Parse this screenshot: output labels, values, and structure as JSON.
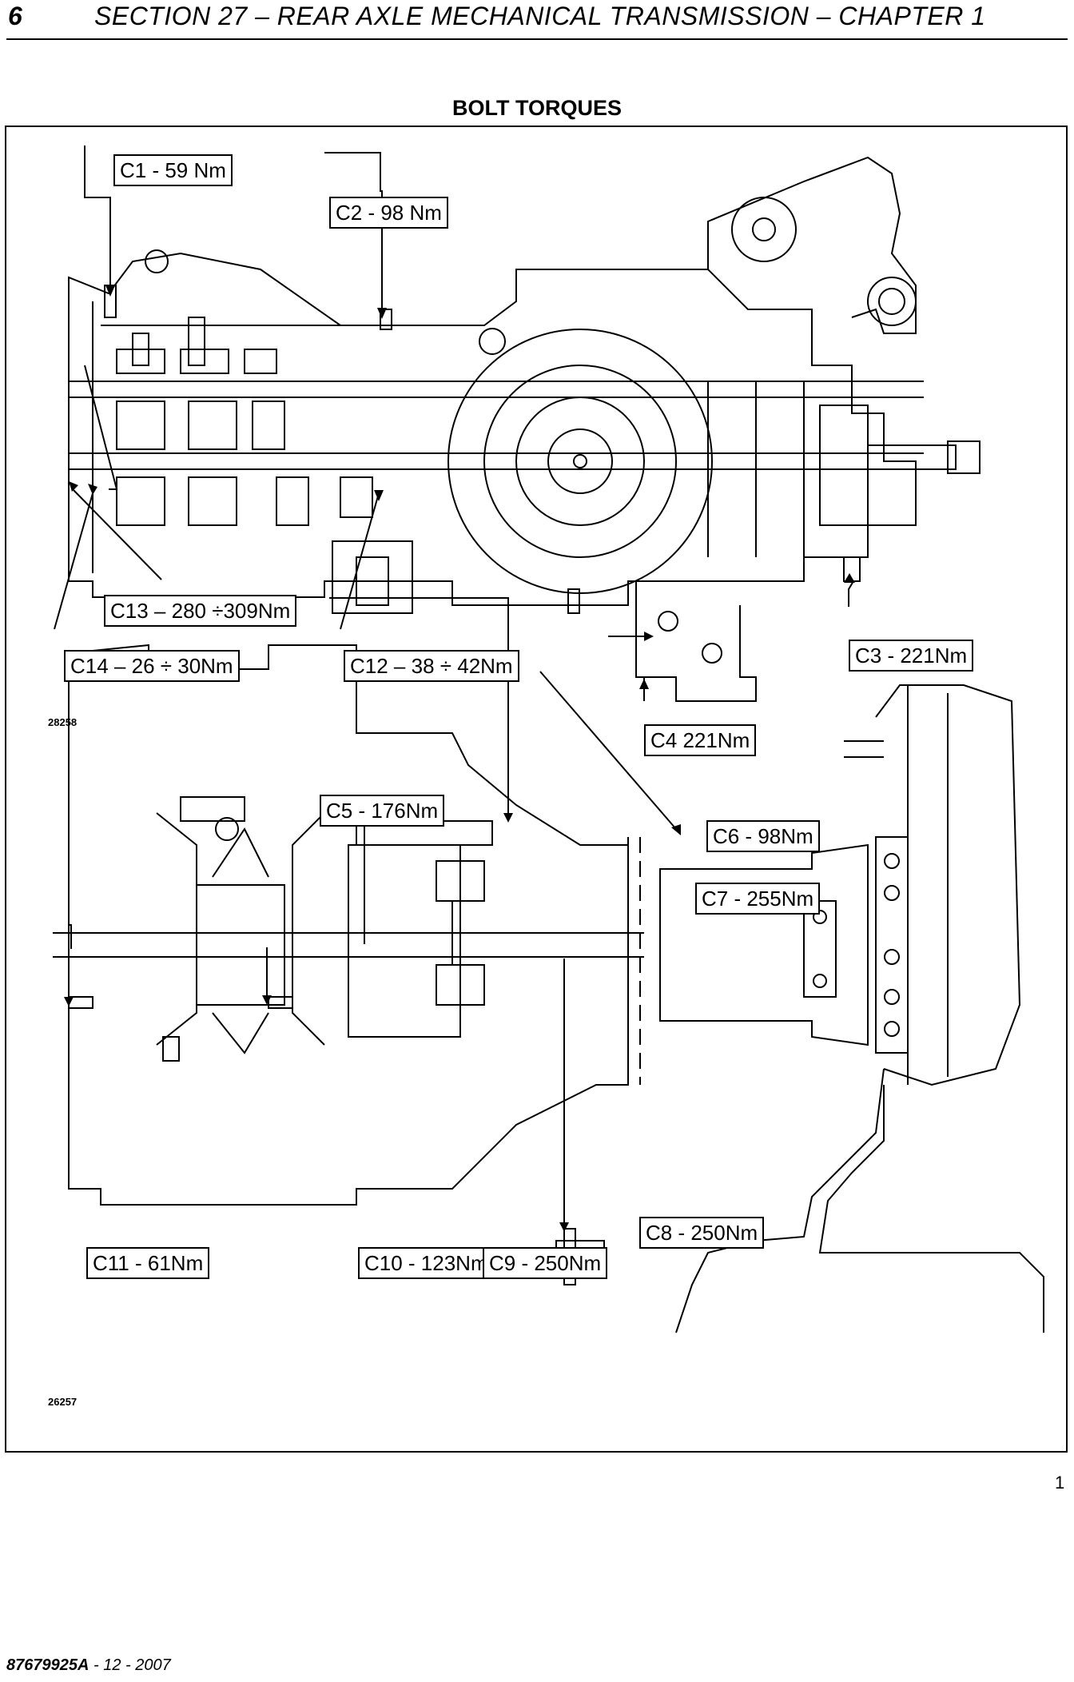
{
  "header": {
    "page_number": "6",
    "section_title": "SECTION 27 – REAR AXLE MECHANICAL TRANSMISSION – CHAPTER 1"
  },
  "figure": {
    "title": "BOLT TORQUES",
    "index": "1",
    "upper_ref": "28258",
    "lower_ref": "26257"
  },
  "callouts": {
    "c1": "C1 - 59 Nm",
    "c2": "C2 - 98 Nm",
    "c3": "C3 - 221Nm",
    "c4": "C4  221Nm",
    "c5": "C5 - 176Nm",
    "c6": "C6 - 98Nm",
    "c7": "C7 - 255Nm",
    "c8": "C8 - 250Nm",
    "c9": "C9 - 250Nm",
    "c10": "C10 - 123Nm",
    "c11": "C11 - 61Nm",
    "c12": "C12 – 38 ÷ 42Nm",
    "c13": "C13 – 280 ÷309Nm",
    "c14": "C14 – 26 ÷ 30Nm"
  },
  "footer": {
    "doc_number": "87679925A",
    "doc_date": " - 12 - 2007"
  }
}
